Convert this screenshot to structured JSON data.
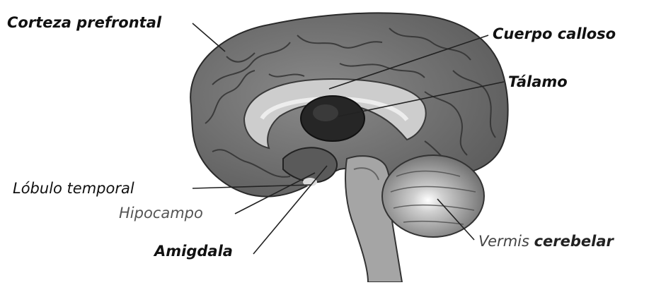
{
  "labels": {
    "prefrontal": "Corteza prefrontal",
    "calloso": "Cuerpo calloso",
    "talamo": "Tálamo",
    "temporal": "Lóbulo temporal",
    "hipocampo": "Hipocampo",
    "amigdala": "Amigdala",
    "vermis_a": "Vermis",
    "vermis_b": "cerebelar"
  },
  "colors": {
    "cortex": "#6e6e6e",
    "cortex_dark": "#3c3c3c",
    "callosum": "#c9c9c9",
    "thalamus": "#262626",
    "stem": "#9a9a9a",
    "cerebellum": "#8a8a8a",
    "leader": "#222222"
  }
}
